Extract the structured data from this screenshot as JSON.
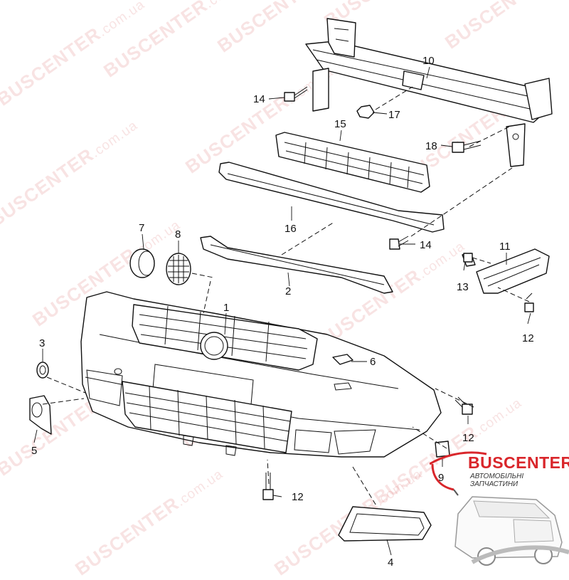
{
  "watermark": {
    "brand": "BUSCENTER",
    "domain": ".com.ua",
    "color": "#d9262b"
  },
  "logo": {
    "title": "BUSCENTER",
    "subtitle": "АВТОМОБІЛЬНІ ЗАПЧАСТИНИ",
    "color": "#d9262b",
    "icon": "bus-icon"
  },
  "callouts": {
    "c1": "1",
    "c2": "2",
    "c3": "3",
    "c4": "4",
    "c5": "5",
    "c6": "6",
    "c7": "7",
    "c8": "8",
    "c9": "9",
    "c10": "10",
    "c11": "11",
    "c12a": "12",
    "c12b": "12",
    "c12c": "12",
    "c13": "13",
    "c14a": "14",
    "c14b": "14",
    "c15": "15",
    "c16": "16",
    "c17": "17",
    "c18": "18"
  }
}
